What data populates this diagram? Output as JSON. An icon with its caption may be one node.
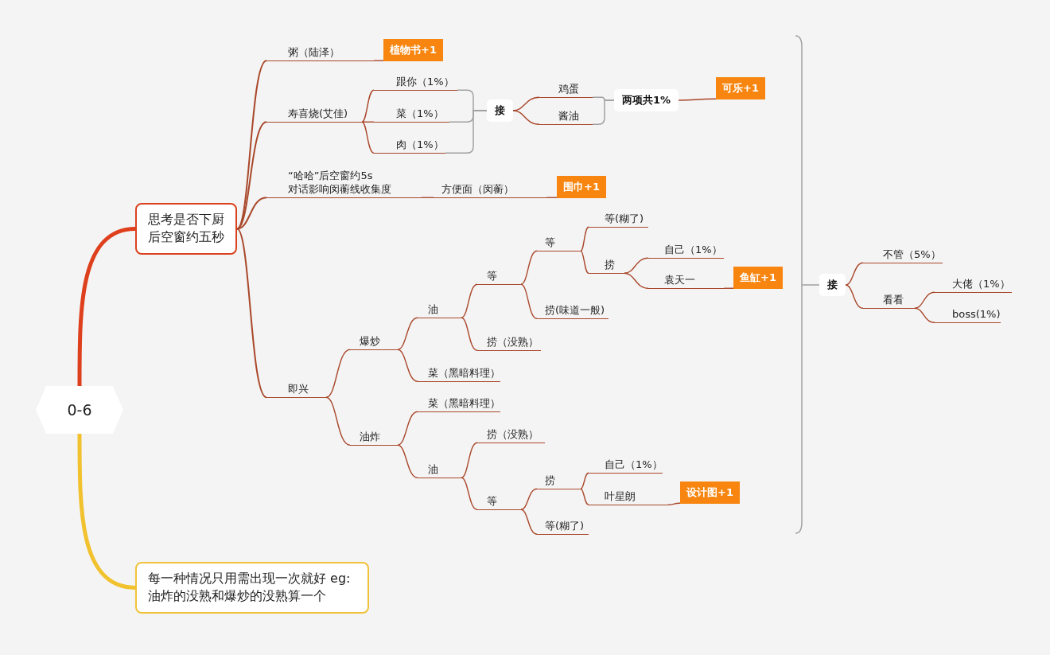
{
  "diagram": {
    "nodes": [
      {
        "text": [
          "0-6"
        ]
      },
      {
        "text": [
          "思考是否下厨后空窗约五秒"
        ]
      },
      {
        "text": [
          "每一种情况只用需出现一次就好 eg:油炸的没熟和爆炒的没熟算一个"
        ]
      },
      {
        "text": [
          "粥（陆泽）"
        ]
      },
      {
        "text": [
          "植物书+1"
        ]
      },
      {
        "text": [
          "寿喜烧(艾佳)"
        ]
      },
      {
        "text": [
          "跟你（1%）"
        ]
      },
      {
        "text": [
          "菜（1%）"
        ]
      },
      {
        "text": [
          "肉（1%）"
        ]
      },
      {
        "text": [
          "接"
        ]
      },
      {
        "text": [
          "鸡蛋"
        ]
      },
      {
        "text": [
          "酱油"
        ]
      },
      {
        "text": [
          "两项共1%"
        ]
      },
      {
        "text": [
          "可乐+1"
        ]
      },
      {
        "text": [
          "“哈哈”后空窗约5s 对话影响闵蘅线收集度"
        ]
      },
      {
        "text": [
          "方便面（闵蘅）"
        ]
      },
      {
        "text": [
          "围巾+1"
        ]
      },
      {
        "text": [
          "即兴"
        ]
      },
      {
        "text": [
          "爆炒"
        ]
      },
      {
        "text": [
          "油"
        ]
      },
      {
        "text": [
          "等"
        ]
      },
      {
        "text": [
          "等"
        ]
      },
      {
        "text": [
          "等(糊了)"
        ]
      },
      {
        "text": [
          "捞"
        ]
      },
      {
        "text": [
          "自己（1%）"
        ]
      },
      {
        "text": [
          "袁天一"
        ]
      },
      {
        "text": [
          "鱼缸+1"
        ]
      },
      {
        "text": [
          "捞(味道一般)"
        ]
      },
      {
        "text": [
          "捞（没熟）"
        ]
      },
      {
        "text": [
          "菜（黑暗料理）"
        ]
      },
      {
        "text": [
          "油炸"
        ]
      },
      {
        "text": [
          "菜（黑暗料理）"
        ]
      },
      {
        "text": [
          "油"
        ]
      },
      {
        "text": [
          "捞（没熟）"
        ]
      },
      {
        "text": [
          "等"
        ]
      },
      {
        "text": [
          "捞"
        ]
      },
      {
        "text": [
          "自己（1%）"
        ]
      },
      {
        "text": [
          "叶星朗"
        ]
      },
      {
        "text": [
          "设计图+1"
        ]
      },
      {
        "text": [
          "等(糊了)"
        ]
      },
      {
        "text": [
          "接"
        ]
      },
      {
        "text": [
          "不管（5%）"
        ]
      },
      {
        "text": [
          "看看"
        ]
      },
      {
        "text": [
          "大佬（1%）"
        ]
      },
      {
        "text": [
          "boss(1%)"
        ]
      }
    ],
    "edges": [
      {
        "from": 0,
        "to": 1,
        "arrow": "none",
        "style": "thick",
        "color": "#de3f1c"
      },
      {
        "from": 0,
        "to": 2,
        "arrow": "none",
        "style": "thick",
        "color": "#f2c12e"
      },
      {
        "from": 1,
        "to": 3,
        "arrow": "none"
      },
      {
        "from": 1,
        "to": 5,
        "arrow": "none"
      },
      {
        "from": 1,
        "to": 14,
        "arrow": "none"
      },
      {
        "from": 1,
        "to": 17,
        "arrow": "none"
      },
      {
        "from": 3,
        "to": 4,
        "arrow": "none"
      },
      {
        "from": 5,
        "to": 6,
        "arrow": "none"
      },
      {
        "from": 5,
        "to": 7,
        "arrow": "none"
      },
      {
        "from": 5,
        "to": 8,
        "arrow": "none"
      },
      {
        "from": 6,
        "to": 9,
        "arrow": "none",
        "color": "#a0a0a0"
      },
      {
        "from": 7,
        "to": 9,
        "arrow": "none",
        "color": "#a0a0a0"
      },
      {
        "from": 8,
        "to": 9,
        "arrow": "none",
        "color": "#a0a0a0"
      },
      {
        "from": 9,
        "to": 10,
        "arrow": "none"
      },
      {
        "from": 9,
        "to": 11,
        "arrow": "none"
      },
      {
        "from": 10,
        "to": 12,
        "arrow": "none",
        "color": "#a0a0a0"
      },
      {
        "from": 11,
        "to": 12,
        "arrow": "none",
        "color": "#a0a0a0"
      },
      {
        "from": 12,
        "to": 13,
        "arrow": "none"
      },
      {
        "from": 14,
        "to": 15,
        "arrow": "none"
      },
      {
        "from": 15,
        "to": 16,
        "arrow": "none"
      },
      {
        "from": 17,
        "to": 18,
        "arrow": "none"
      },
      {
        "from": 17,
        "to": 30,
        "arrow": "none"
      },
      {
        "from": 18,
        "to": 19,
        "arrow": "none"
      },
      {
        "from": 18,
        "to": 29,
        "arrow": "none"
      },
      {
        "from": 19,
        "to": 20,
        "arrow": "none"
      },
      {
        "from": 19,
        "to": 28,
        "arrow": "none"
      },
      {
        "from": 20,
        "to": 21,
        "arrow": "none"
      },
      {
        "from": 20,
        "to": 27,
        "arrow": "none"
      },
      {
        "from": 21,
        "to": 22,
        "arrow": "none"
      },
      {
        "from": 21,
        "to": 23,
        "arrow": "none"
      },
      {
        "from": 23,
        "to": 24,
        "arrow": "none"
      },
      {
        "from": 23,
        "to": 25,
        "arrow": "none"
      },
      {
        "from": 25,
        "to": 26,
        "arrow": "none"
      },
      {
        "from": 30,
        "to": 31,
        "arrow": "none"
      },
      {
        "from": 30,
        "to": 32,
        "arrow": "none"
      },
      {
        "from": 32,
        "to": 33,
        "arrow": "none"
      },
      {
        "from": 32,
        "to": 34,
        "arrow": "none"
      },
      {
        "from": 34,
        "to": 35,
        "arrow": "none"
      },
      {
        "from": 34,
        "to": 39,
        "arrow": "none"
      },
      {
        "from": 35,
        "to": 36,
        "arrow": "none"
      },
      {
        "from": 35,
        "to": 37,
        "arrow": "none"
      },
      {
        "from": 37,
        "to": 38,
        "arrow": "none"
      },
      {
        "from": null,
        "to": 40,
        "arrow": "none",
        "color": "#a0a0a0"
      },
      {
        "from": 40,
        "to": 41,
        "arrow": "none"
      },
      {
        "from": 40,
        "to": 42,
        "arrow": "none"
      },
      {
        "from": 42,
        "to": 43,
        "arrow": "none"
      },
      {
        "from": 42,
        "to": 44,
        "arrow": "none"
      }
    ]
  }
}
